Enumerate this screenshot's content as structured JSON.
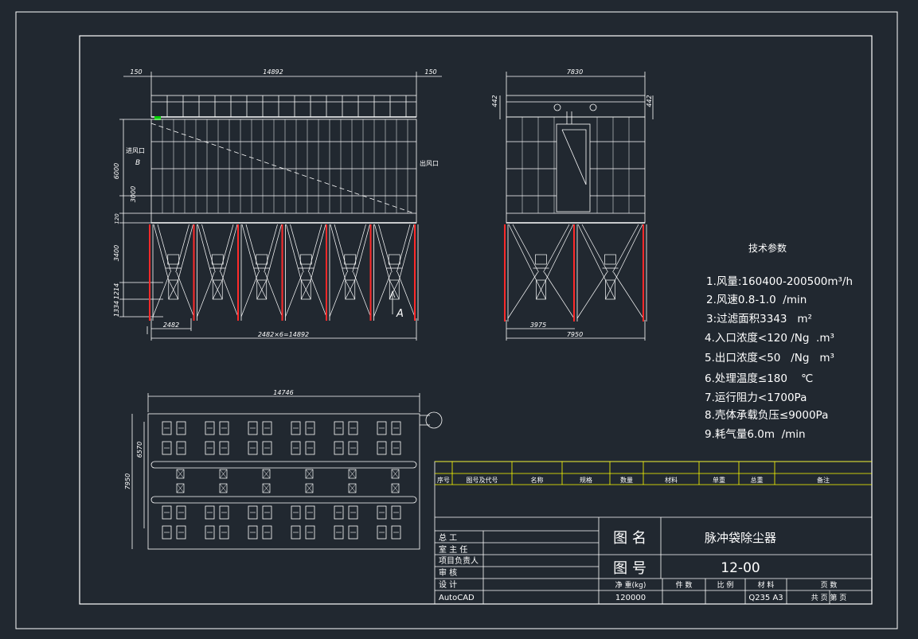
{
  "front_view": {
    "dim_top_total": "14892",
    "dim_left_edge": "150",
    "dim_right_edge": "150",
    "dim_overall_height": "",
    "dim_upper_6000": "6000",
    "dim_upper_3000": "3000",
    "dim_120": "120",
    "dim_hopper_3400": "3400",
    "dim_1214": "1214",
    "dim_1334": "1334",
    "inlet_label": "进风口",
    "inlet_mark": "B",
    "outlet_label": "出风口",
    "view_mark": "A",
    "dim_bay": "2482",
    "dim_bottom_total": "2482×6=14892"
  },
  "side_view": {
    "dim_top": "7830",
    "dim_left_442": "442",
    "dim_right_442": "442",
    "dim_half": "3975",
    "dim_total": "7950"
  },
  "plan_view": {
    "dim_top": "14746",
    "dim_inner": "6570",
    "dim_outer": "7950"
  },
  "tech_params": {
    "title": "技术参数",
    "items": [
      "1.风量:160400-200500m³/h",
      "2.风速0.8-1.0  /min",
      "3:过滤面积3343   m²",
      "4.入口浓度<120 /Ng  .m³",
      "5.出口浓度<50   /Ng   m³",
      "6.处理温度≤180    ℃",
      "7.运行阻力<1700Pa",
      "8.壳体承载负压≤9000Pa",
      "9.耗气量6.0m  /min"
    ]
  },
  "title_block": {
    "parts_headers": [
      "序号",
      "图号及代号",
      "名称",
      "规格",
      "数量",
      "材料",
      "单重",
      "总重",
      "备注"
    ],
    "roles": [
      "总    工",
      "室 主 任",
      "项目负责人",
      "审    核",
      "设    计",
      "AutoCAD"
    ],
    "drawing_name_label": "图  名",
    "drawing_name": "脉冲袋除尘器",
    "drawing_no_label": "图  号",
    "drawing_no": "12-00",
    "footer_labels": [
      "净 重(kg)",
      "件  数",
      "比  例",
      "材  料",
      "页  数"
    ],
    "net_weight": "120000",
    "material": "Q235 A3",
    "page_info": "共  页  第  页"
  },
  "colors": {
    "background": "#212830",
    "line": "#ffffff",
    "yellow": "#ffff00",
    "red": "#ff2a2a",
    "green": "#00d000"
  }
}
